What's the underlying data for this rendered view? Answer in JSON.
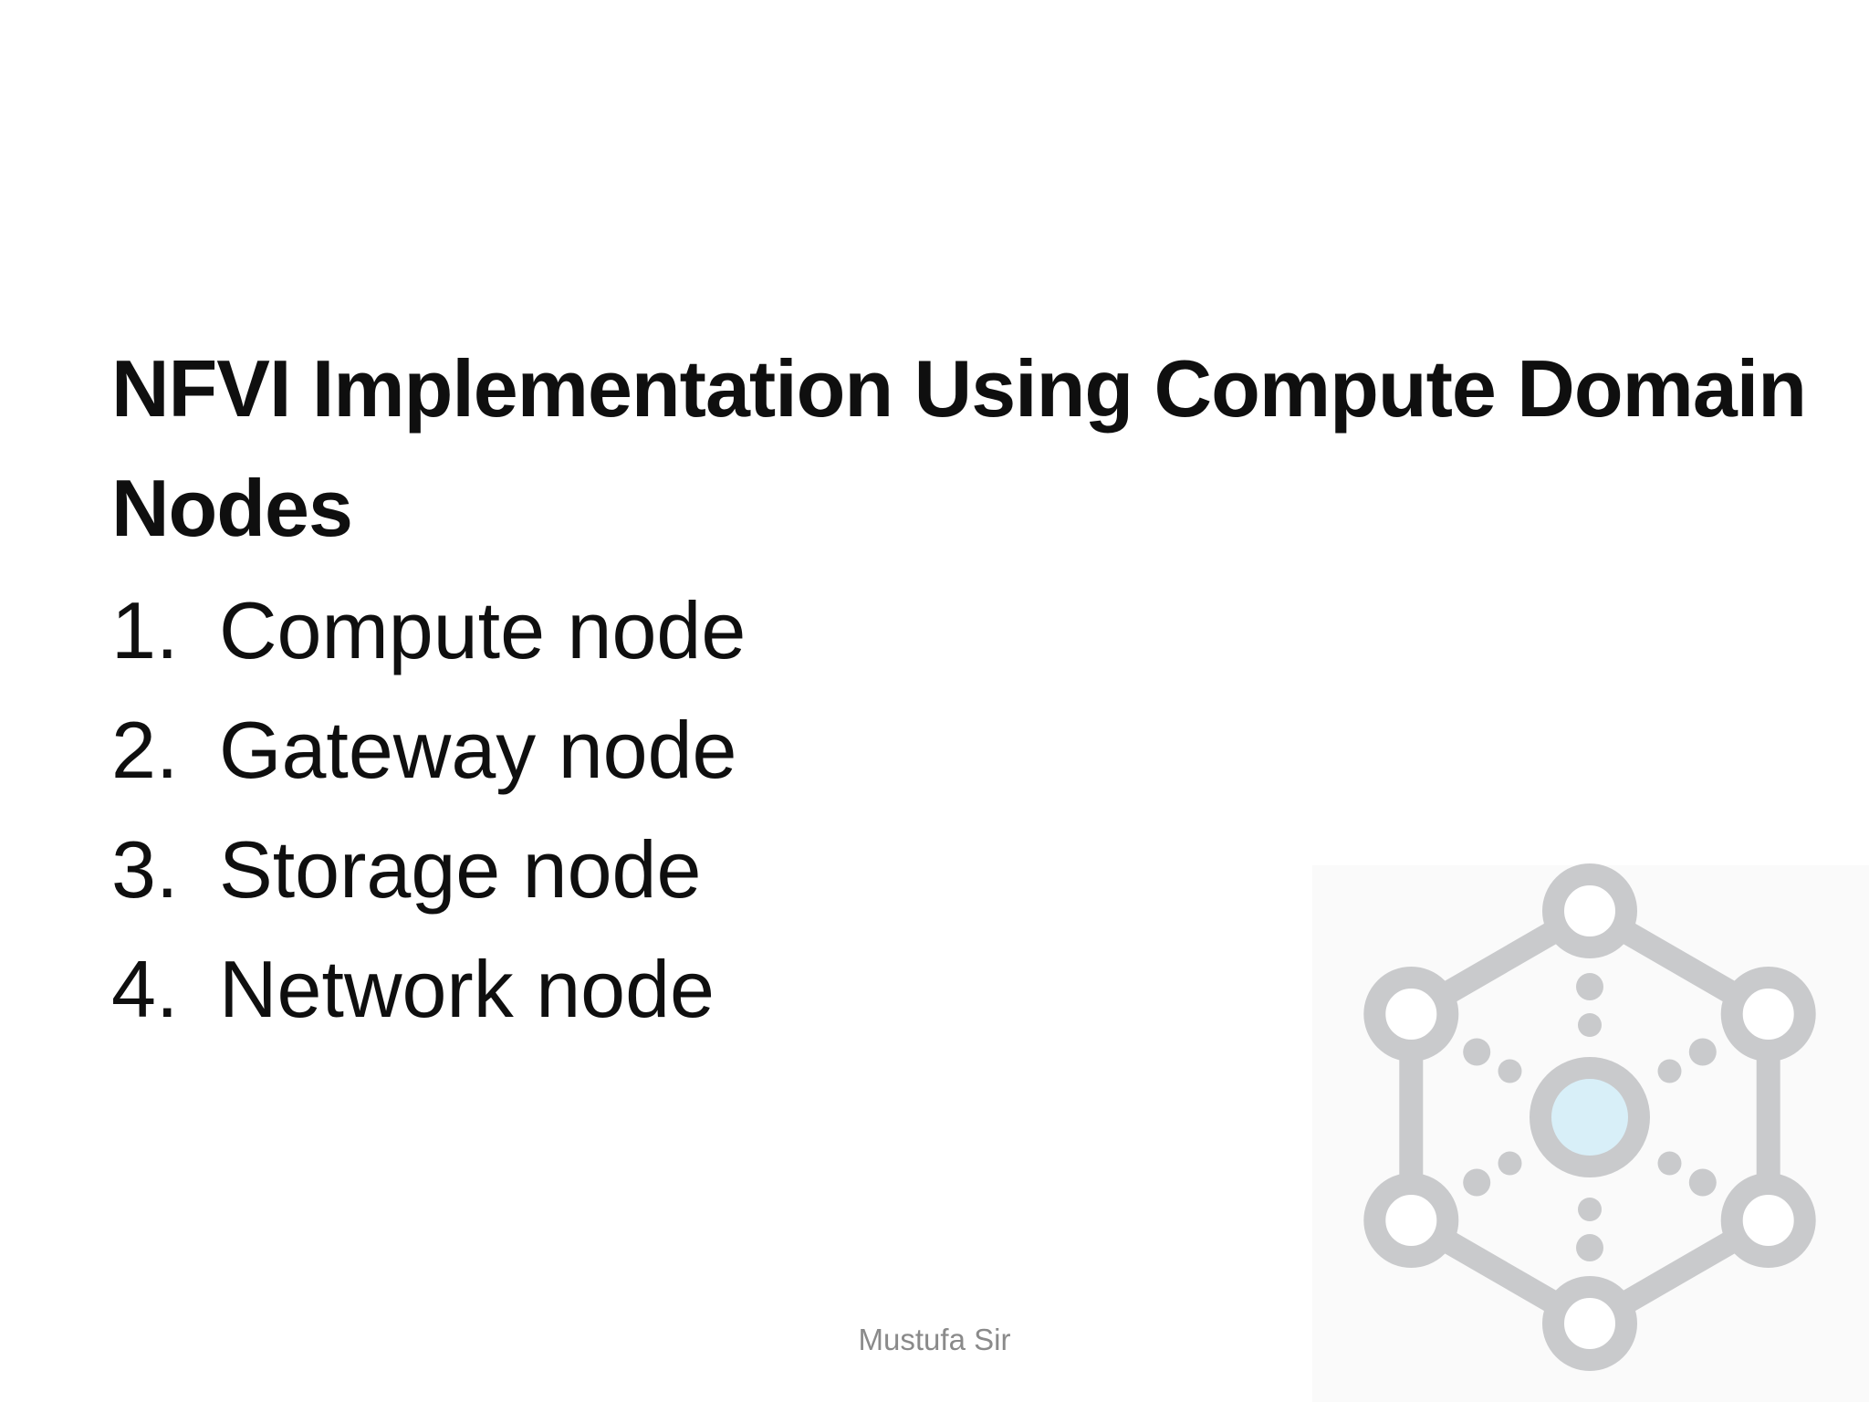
{
  "slide": {
    "title": "NFVI Implementation Using Compute Domain Nodes",
    "list_items": [
      {
        "number": "1.",
        "label": "Compute node"
      },
      {
        "number": "2.",
        "label": "Gateway node"
      },
      {
        "number": "3.",
        "label": "Storage node"
      },
      {
        "number": "4.",
        "label": "Network node"
      }
    ],
    "footer": "Mustufa Sir",
    "icon": {
      "name": "network-nodes-icon"
    },
    "colors": {
      "text": "#0f0f0f",
      "footer_text": "#8a8a8a",
      "icon_gray": "#c9cacc",
      "icon_center_fill": "#d8eff8",
      "background": "#ffffff",
      "watermark_background": "#fafafa"
    }
  }
}
